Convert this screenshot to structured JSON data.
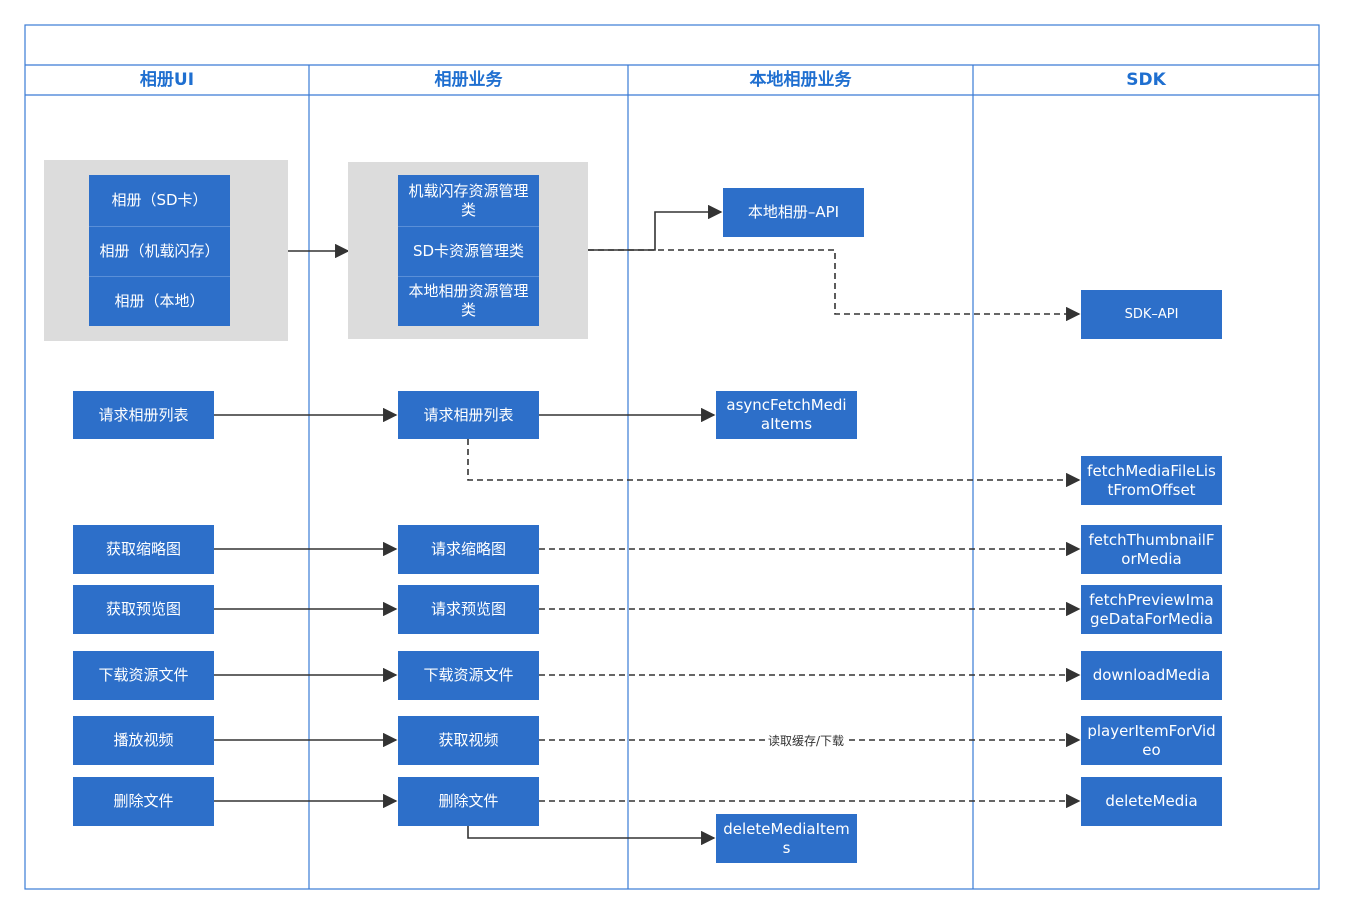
{
  "lanes": [
    {
      "title": "相册UI"
    },
    {
      "title": "相册业务"
    },
    {
      "title": "本地相册业务"
    },
    {
      "title": "SDK"
    }
  ],
  "nodes": {
    "ui_album_sd": "相册（SD卡）",
    "ui_album_flash": "相册（机载闪存）",
    "ui_album_local": "相册（本地）",
    "biz_flash_mgr": "机载闪存资源管理类",
    "biz_sd_mgr": "SD卡资源管理类",
    "biz_local_mgr": "本地相册资源管理类",
    "local_api": "本地相册–API",
    "sdk_api": "SDK–API",
    "ui_request_album_list": "请求相册列表",
    "biz_request_album_list": "请求相册列表",
    "local_async_fetch": "asyncFetchMediaItems",
    "sdk_fetch_file_list": "fetchMediaFileListFromOffset",
    "ui_get_thumbnail": "获取缩略图",
    "biz_request_thumbnail": "请求缩略图",
    "sdk_fetch_thumbnail": "fetchThumbnailForMedia",
    "ui_get_preview": "获取预览图",
    "biz_request_preview": "请求预览图",
    "sdk_fetch_preview": "fetchPreviewImageDataForMedia",
    "ui_download": "下载资源文件",
    "biz_download": "下载资源文件",
    "sdk_download": "downloadMedia",
    "ui_play_video": "播放视频",
    "biz_get_video": "获取视频",
    "sdk_player_item": "playerItemForVideo",
    "ui_delete": "删除文件",
    "biz_delete": "删除文件",
    "sdk_delete": "deleteMedia",
    "local_delete": "deleteMediaItems"
  },
  "edge_labels": {
    "video_edge": "读取缓存/下载"
  },
  "colors": {
    "node_fill": "#2d6fc9",
    "lane_border": "#3a7bd5",
    "lane_title": "#1f6fd0",
    "group_bg": "#dcdcdc",
    "edge": "#333333"
  }
}
